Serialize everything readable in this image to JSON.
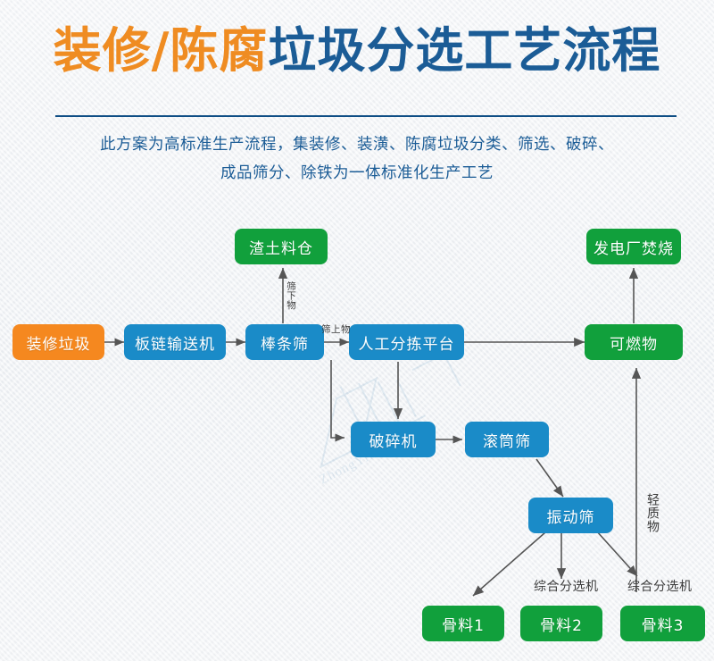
{
  "header": {
    "title_orange": "装修/陈腐",
    "title_blue": "垃圾分选工艺流程",
    "subtitle_line1": "此方案为高标准生产流程，集装修、装潢、陈腐垃圾分类、筛选、破碎、",
    "subtitle_line2": "成品筛分、除铁为一体标准化生产工艺"
  },
  "colors": {
    "orange": "#f5881f",
    "blue": "#1a8bc8",
    "green": "#11a03c",
    "title_blue": "#1b5c96",
    "title_orange": "#ef8c22",
    "divider": "#0f4e85",
    "arrow": "#555555",
    "background": "#f1f3f6"
  },
  "watermark": {
    "text": "ZhongYiKuangJi"
  },
  "flow": {
    "nodes": [
      {
        "id": "decoration-waste",
        "label": "装修垃圾",
        "color": "orange"
      },
      {
        "id": "plate-conveyor",
        "label": "板链输送机",
        "color": "blue"
      },
      {
        "id": "bar-screen",
        "label": "棒条筛",
        "color": "blue"
      },
      {
        "id": "manual-sorting",
        "label": "人工分拣平台",
        "color": "blue"
      },
      {
        "id": "combustibles",
        "label": "可燃物",
        "color": "green"
      },
      {
        "id": "slag-silo",
        "label": "渣土料仓",
        "color": "green"
      },
      {
        "id": "power-plant",
        "label": "发电厂焚烧",
        "color": "green"
      },
      {
        "id": "crusher",
        "label": "破碎机",
        "color": "blue"
      },
      {
        "id": "trommel-screen",
        "label": "滚筒筛",
        "color": "blue"
      },
      {
        "id": "vibrating-screen",
        "label": "振动筛",
        "color": "blue"
      },
      {
        "id": "aggregate-1",
        "label": "骨料1",
        "color": "green"
      },
      {
        "id": "aggregate-2",
        "label": "骨料2",
        "color": "green"
      },
      {
        "id": "aggregate-3",
        "label": "骨料3",
        "color": "green"
      }
    ],
    "edge_labels": {
      "under_screen": "筛下物",
      "over_screen": "筛上物",
      "light_material": "轻质物",
      "comprehensive_sorter_1": "综合分选机",
      "comprehensive_sorter_2": "综合分选机"
    }
  }
}
